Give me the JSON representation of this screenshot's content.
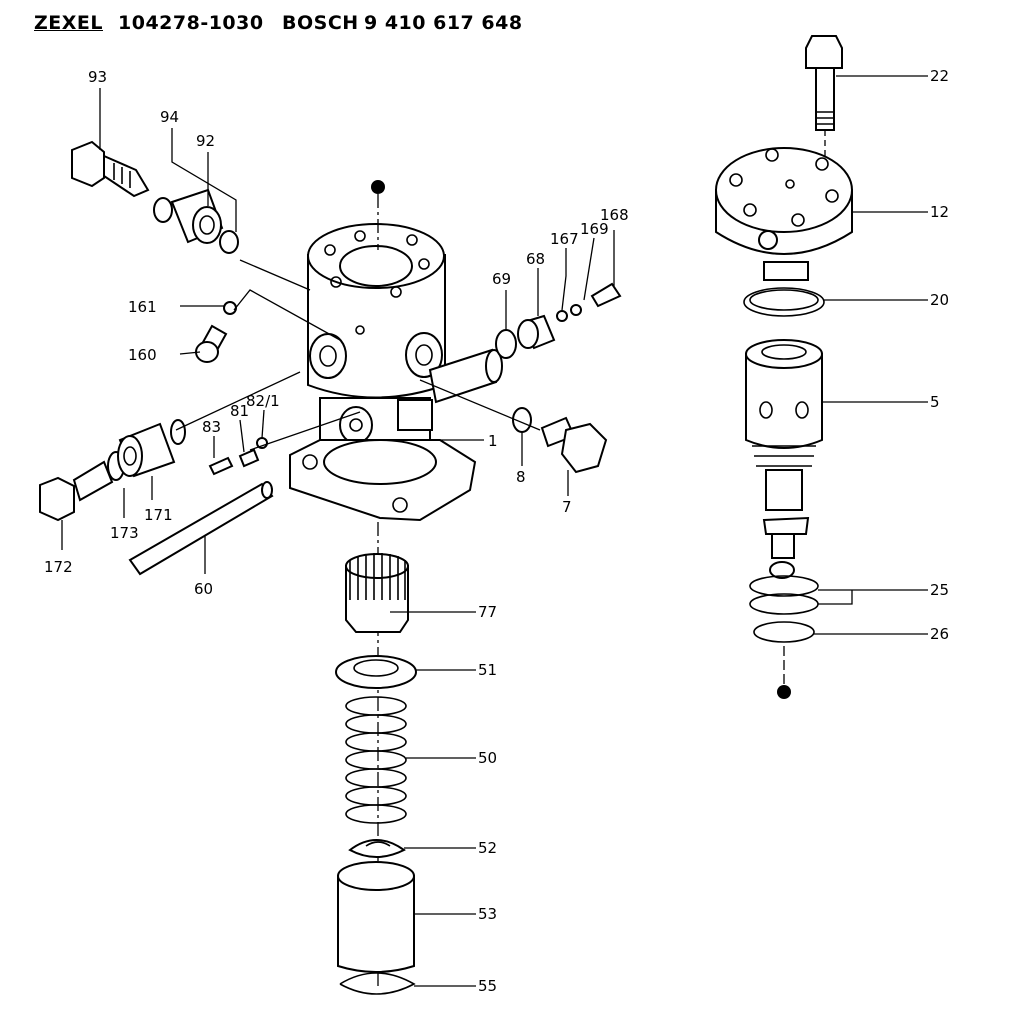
{
  "header": {
    "brand": "ZEXEL",
    "part_number": "104278-1030",
    "oem_brand": "BOSCH",
    "oem_part_number": "9 410 617 648"
  },
  "callouts": [
    {
      "id": "93",
      "label": "93"
    },
    {
      "id": "94",
      "label": "94"
    },
    {
      "id": "92",
      "label": "92"
    },
    {
      "id": "161",
      "label": "161"
    },
    {
      "id": "160",
      "label": "160"
    },
    {
      "id": "83",
      "label": "83"
    },
    {
      "id": "81",
      "label": "81"
    },
    {
      "id": "82-1",
      "label": "82/1"
    },
    {
      "id": "172",
      "label": "172"
    },
    {
      "id": "173",
      "label": "173"
    },
    {
      "id": "171",
      "label": "171"
    },
    {
      "id": "60",
      "label": "60"
    },
    {
      "id": "69",
      "label": "69"
    },
    {
      "id": "68",
      "label": "68"
    },
    {
      "id": "167",
      "label": "167"
    },
    {
      "id": "169",
      "label": "169"
    },
    {
      "id": "168",
      "label": "168"
    },
    {
      "id": "1",
      "label": "1"
    },
    {
      "id": "8",
      "label": "8"
    },
    {
      "id": "7",
      "label": "7"
    },
    {
      "id": "77",
      "label": "77"
    },
    {
      "id": "51",
      "label": "51"
    },
    {
      "id": "50",
      "label": "50"
    },
    {
      "id": "52",
      "label": "52"
    },
    {
      "id": "53",
      "label": "53"
    },
    {
      "id": "55",
      "label": "55"
    },
    {
      "id": "22",
      "label": "22"
    },
    {
      "id": "12",
      "label": "12"
    },
    {
      "id": "20",
      "label": "20"
    },
    {
      "id": "5",
      "label": "5"
    },
    {
      "id": "25",
      "label": "25"
    },
    {
      "id": "26",
      "label": "26"
    }
  ]
}
